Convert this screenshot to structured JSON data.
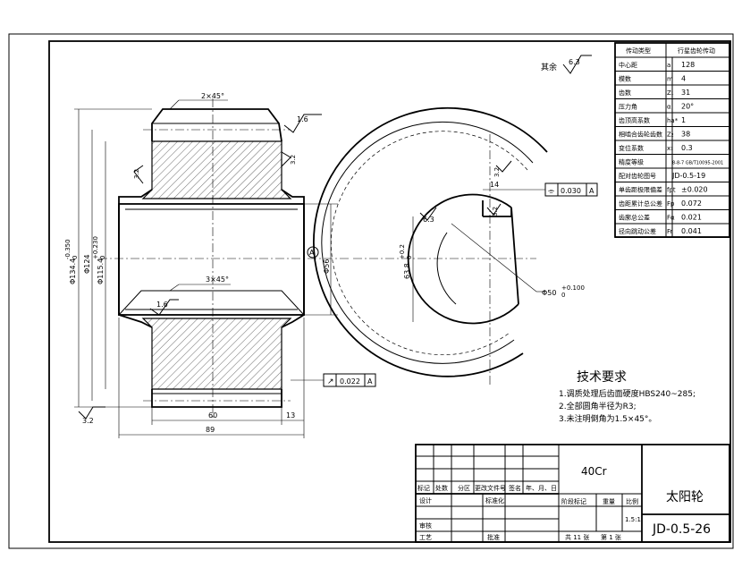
{
  "surface_roughness_rest": {
    "label": "其余",
    "value": "6.3"
  },
  "parameters_table": {
    "header": {
      "name": "传动类型",
      "value": "行星齿轮传动"
    },
    "rows": [
      {
        "name": "中心距",
        "symbol": "a",
        "value": "128"
      },
      {
        "name": "模数",
        "symbol": "m",
        "value": "4"
      },
      {
        "name": "齿数",
        "symbol": "Z₁",
        "value": "31"
      },
      {
        "name": "压力角",
        "symbol": "α",
        "value": "20°"
      },
      {
        "name": "齿顶高系数",
        "symbol": "ha*",
        "value": "1"
      },
      {
        "name": "相啮合齿轮齿数",
        "symbol": "Z₂",
        "value": "38"
      },
      {
        "name": "变位系数",
        "symbol": "x₁",
        "value": "0.3"
      },
      {
        "name": "精度等级",
        "symbol": "",
        "value": "8-8-7 GB/T10095-2001"
      },
      {
        "name": "配对齿轮图号",
        "symbol": "",
        "value": "JD-0.5-19"
      },
      {
        "name": "单齿距极限偏差",
        "symbol": "fpt",
        "value": "±0.020"
      },
      {
        "name": "齿距累计总公差",
        "symbol": "Fp",
        "value": "0.072"
      },
      {
        "name": "齿廓总公差",
        "symbol": "Fα",
        "value": "0.021"
      },
      {
        "name": "径向跳动公差",
        "symbol": "Fr",
        "value": "0.041"
      }
    ]
  },
  "technical_requirements": {
    "title": "技术要求",
    "items": [
      "1.调质处理后齿面硬度HBS240~285;",
      "2.全部圆角半径为R3;",
      "3.未注明倒角为1.5×45°。"
    ]
  },
  "section_view": {
    "chamfer_top": "2×45°",
    "chamfer_bore": "3×45°",
    "dia_tip": "Φ134.4",
    "dia_tip_tol": "-0.350",
    "dia_tip_tol2": "0",
    "dia_pitch": "Φ124",
    "dia_root": "Φ115.4",
    "dia_root_tol": "+0.230",
    "dia_root_tol2": "0",
    "dia_bore": "Φ56",
    "width_60": "60",
    "width_13": "13",
    "width_89": "89",
    "roughness_top": "1.6",
    "roughness_left": "3.2",
    "roughness_right": "3.2",
    "roughness_bore": "1.6",
    "roughness_bottom": "3.2",
    "runout_value": "0.022",
    "runout_datum": "A",
    "datum_a": "A"
  },
  "end_view": {
    "keyway_width": "14",
    "keyway_depth": "63.8",
    "keyway_depth_tol": "+0.2",
    "keyway_depth_tol2": "0",
    "bore_dia": "Φ50",
    "bore_dia_tol": "+0.100",
    "bore_dia_tol2": "0",
    "roughness_keyway": "3.2",
    "roughness_key_side": "3.2",
    "roughness_bore": "6.3",
    "symmetry_value": "0.030",
    "symmetry_datum": "A"
  },
  "title_block": {
    "material": "40Cr",
    "part_name": "太阳轮",
    "drawing_number": "JD-0.5-26",
    "labels": {
      "mark": "标记",
      "count": "处数",
      "zone": "分区",
      "change_doc": "更改文件号",
      "sign": "签名",
      "date": "年、月、日",
      "design": "设计",
      "standardize": "标准化",
      "stage_mark": "阶段标记",
      "weight": "重量",
      "scale": "比例",
      "check": "审核",
      "process": "工艺",
      "approve": "批准",
      "sheets_total": "共 11 张",
      "sheet_no": "第 1 张",
      "scale_value": "1.5:1"
    }
  }
}
